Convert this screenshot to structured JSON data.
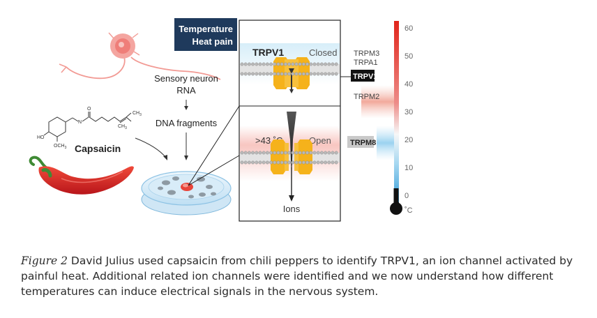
{
  "header": {
    "line1": "Temperature",
    "line2": "Heat pain"
  },
  "left_panel": {
    "neuron_label_1": "Sensory neuron",
    "neuron_label_2": "RNA",
    "dna_label": "DNA fragments",
    "molecule_name": "Capsaicin",
    "molecule_atoms": {
      "ho": "HO",
      "och3": "OCH",
      "och3_sub": "3",
      "n": "N",
      "o": "O",
      "ch3a": "CH",
      "ch3b": "CH",
      "sub3": "3"
    }
  },
  "channel_panel": {
    "channel_name": "TRPV1",
    "state_closed": "Closed",
    "state_open": "Open",
    "threshold": ">43 ˚C",
    "ions": "Ions"
  },
  "thermometer": {
    "unit": "˚C",
    "ticks": [
      "60",
      "50",
      "40",
      "30",
      "20",
      "10",
      "0"
    ],
    "channels": [
      "TRPM3",
      "TRPA1",
      "TRPV1",
      "TRPM2",
      "TRPM8"
    ]
  },
  "caption": {
    "lead": "Figure 2",
    "text": " David Julius used capsaicin from chili peppers to identify TRPV1, an ion channel activated by painful heat. Additional related ion channels were identified and we now understand how different temperatures can induce electrical signals in the nervous system."
  },
  "colors": {
    "header_bg": "#1f3a5c",
    "channel_orange": "#f5b21b",
    "heat_red": "#e1251b",
    "cold_blue": "#6cc2e8",
    "pepper_red": "#d81e22",
    "dark": "#222222"
  }
}
